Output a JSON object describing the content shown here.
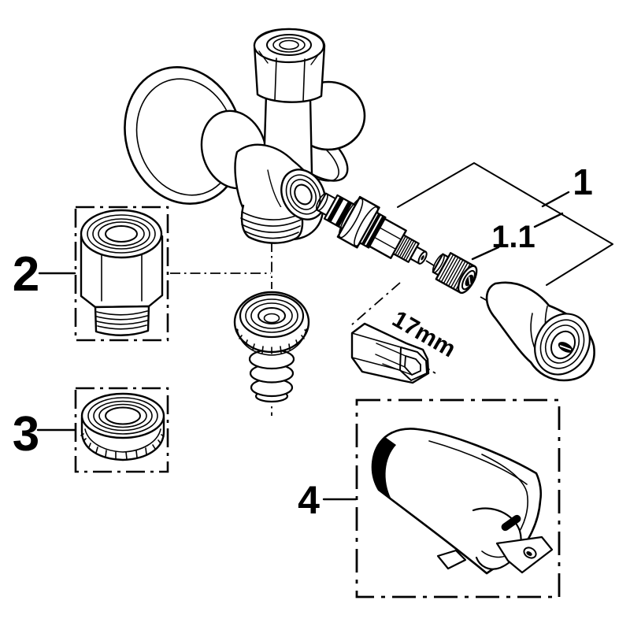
{
  "diagram": {
    "background": "#ffffff",
    "ink": "#000000",
    "callouts": {
      "part1": "1",
      "part1_sub": "1.1",
      "part2": "2",
      "part3": "3",
      "part4": "4",
      "tool_size": "17mm"
    }
  }
}
